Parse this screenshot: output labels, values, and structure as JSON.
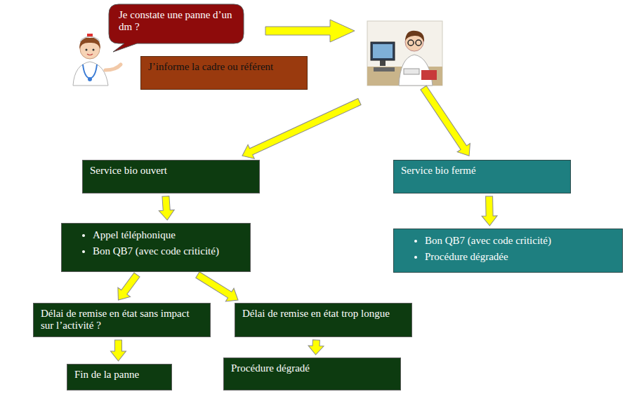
{
  "diagram": {
    "nodes": [
      {
        "text": [
          "Je constate une panne d’un dm ?"
        ]
      },
      {
        "text": [
          "J’informe la cadre ou référent"
        ]
      },
      {
        "text": [
          "Service bio ouvert"
        ]
      },
      {
        "text": [
          "Service bio fermé"
        ]
      },
      {
        "text": [
          "Appel téléphonique",
          "Bon QB7 (avec code criticité)"
        ]
      },
      {
        "text": [
          "Bon QB7 (avec code criticité)",
          "Procédure dégradée"
        ]
      },
      {
        "text": [
          "Délai de remise en état sans impact sur l’activité ?"
        ]
      },
      {
        "text": [
          "Délai de remise en état trop longue"
        ]
      },
      {
        "text": [
          "Fin de la panne"
        ]
      },
      {
        "text": [
          "Procédure dégradé"
        ]
      }
    ],
    "edges": [
      {
        "from": 2,
        "to": 4,
        "arrow": "to"
      },
      {
        "from": 3,
        "to": 5,
        "arrow": "to"
      },
      {
        "from": 4,
        "to": 6,
        "arrow": "to"
      },
      {
        "from": 4,
        "to": 7,
        "arrow": "to"
      },
      {
        "from": 6,
        "to": 8,
        "arrow": "to"
      },
      {
        "from": 7,
        "to": 9,
        "arrow": "to"
      }
    ]
  }
}
